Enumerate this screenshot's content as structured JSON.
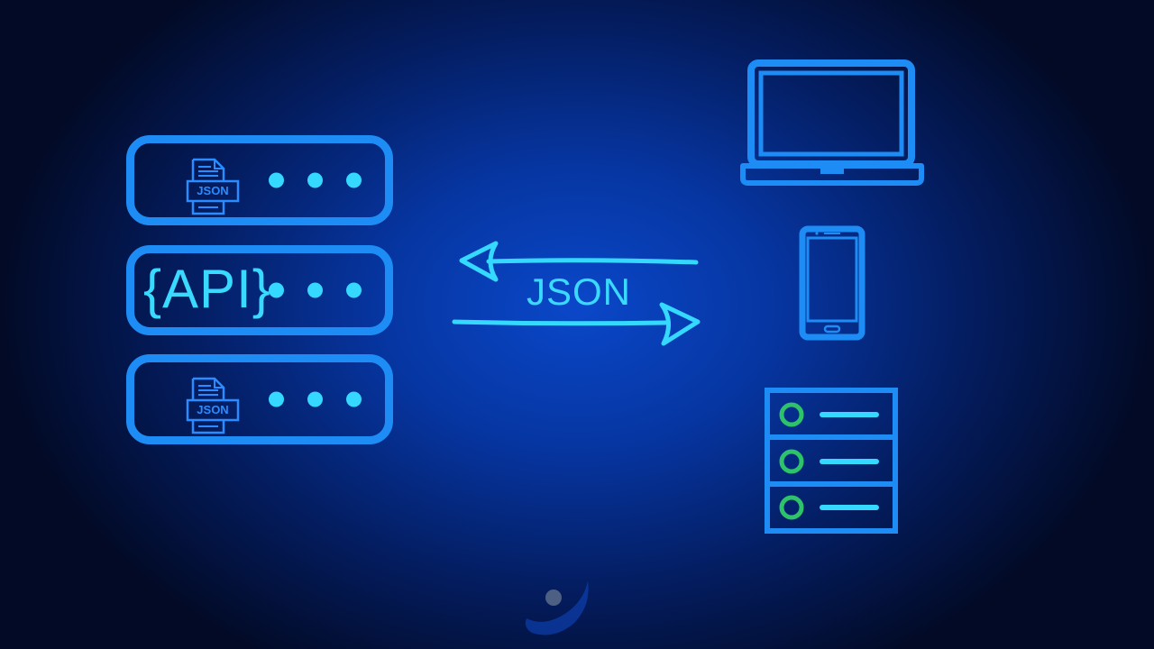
{
  "colors": {
    "rack_border": "#1e8cf5",
    "accent_cyan": "#35d8ff",
    "status_green": "#2ec26a",
    "device_blue": "#1e8cf5"
  },
  "server_stack": {
    "racks": [
      {
        "file_icon": "json-file-icon",
        "file_label": "JSON"
      },
      {
        "api_label": "{API}"
      },
      {
        "file_icon": "json-file-icon",
        "file_label": "JSON"
      }
    ]
  },
  "exchange": {
    "label": "JSON",
    "arrows": [
      "arrow-left-icon",
      "arrow-right-icon"
    ]
  },
  "clients": [
    "laptop-icon",
    "smartphone-icon",
    "database-server-icon"
  ],
  "watermark": "logo-icon"
}
